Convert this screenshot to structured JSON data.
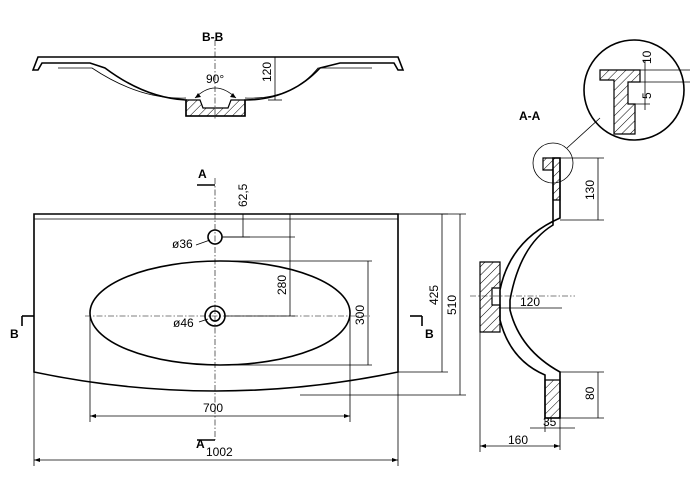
{
  "sections": {
    "bb_title": "B-B",
    "aa_title": "A-A",
    "cut_a_top": "A",
    "cut_a_bottom": "A",
    "cut_b_left": "B",
    "cut_b_right": "B"
  },
  "dimensions": {
    "angle_90": "90°",
    "depth_120_bb": "120",
    "tap_offset_62_5": "62,5",
    "tap_hole_d36": "ø36",
    "drain_d46": "ø46",
    "drain_depth_280": "280",
    "bowl_width_300": "300",
    "depth_425": "425",
    "depth_510": "510",
    "bowl_length_700": "700",
    "overall_length_1002": "1002",
    "aa_130": "130",
    "aa_120": "120",
    "aa_80": "80",
    "aa_35": "35",
    "aa_160": "160",
    "detail_10": "10",
    "detail_5": "5"
  }
}
